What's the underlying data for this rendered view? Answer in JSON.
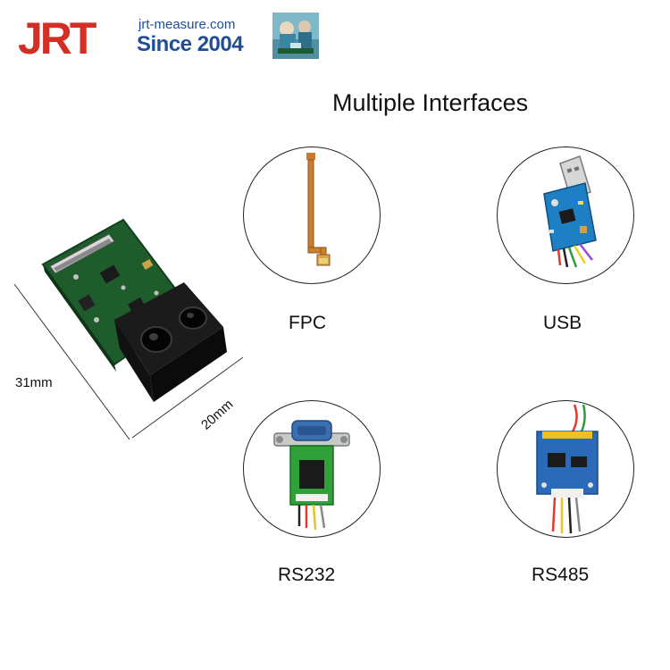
{
  "header": {
    "logo": {
      "text": "JRT",
      "color": "#d42f24"
    },
    "site": "jrt-measure.com",
    "since": "Since 2004",
    "brand_blue": "#1f4e96"
  },
  "headline": "Multiple Interfaces",
  "module": {
    "dim_length": "31mm",
    "dim_width": "20mm",
    "pcb_color": "#1f5c2c",
    "housing_color": "#151515"
  },
  "interfaces": [
    {
      "label": "FPC",
      "icon": "fpc-cable-icon"
    },
    {
      "label": "USB",
      "icon": "usb-board-icon"
    },
    {
      "label": "RS232",
      "icon": "rs232-board-icon"
    },
    {
      "label": "RS485",
      "icon": "rs485-board-icon"
    }
  ]
}
